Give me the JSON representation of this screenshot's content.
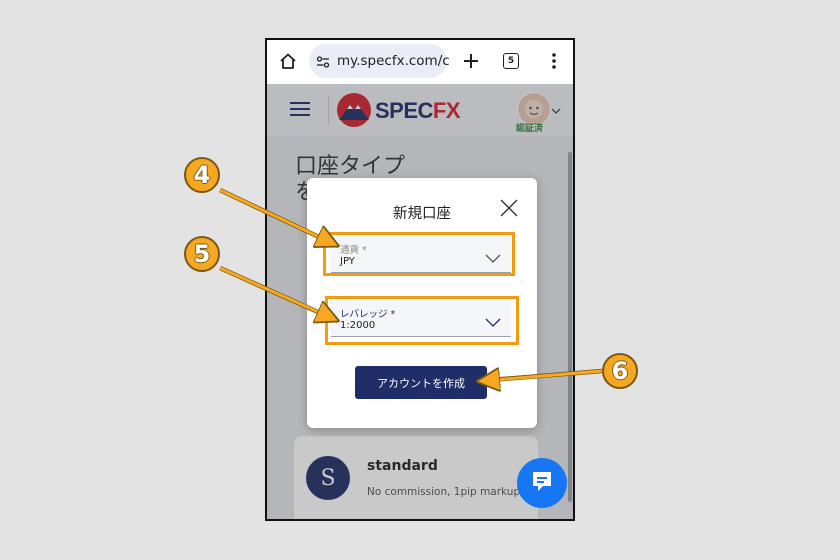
{
  "browser": {
    "url": "my.specfx.com/c",
    "tab_count": "5",
    "icons": [
      "home-icon",
      "site-settings-icon",
      "new-tab-icon",
      "tabs-icon",
      "menu-icon"
    ]
  },
  "site": {
    "logo_part1": "SPEC",
    "logo_part2": "FX",
    "verified_label": "認証済",
    "page_title_line1": "口座タイプ",
    "page_title_line2": "を",
    "account_card": {
      "badge": "S",
      "title": "standard",
      "description": "No commission, 1pip markup."
    }
  },
  "modal": {
    "title": "新規口座",
    "currency": {
      "label": "通貨 *",
      "value": "JPY"
    },
    "leverage": {
      "label": "レバレッジ *",
      "value": "1:2000"
    },
    "create_button": "アカウントを作成"
  },
  "callouts": [
    "4",
    "5",
    "6"
  ],
  "colors": {
    "brand_navy": "#1f2e68",
    "brand_red": "#d32230",
    "highlight_orange": "#f39c12",
    "chat_blue": "#1676f3"
  }
}
